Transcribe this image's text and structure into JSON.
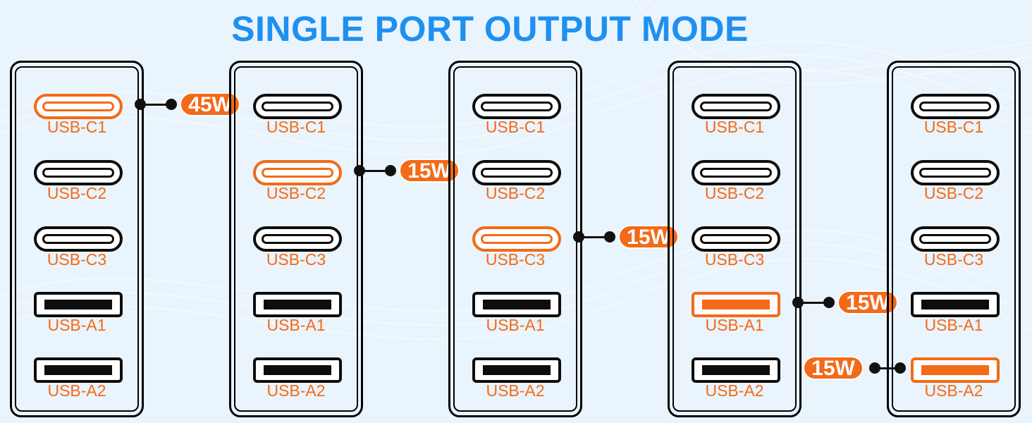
{
  "title": "SINGLE PORT OUTPUT MODE",
  "colors": {
    "title": "#1e90f0",
    "accent": "#f36a18",
    "outline": "#0d0d0d",
    "background": "#eaf4fd"
  },
  "port_labels": [
    "USB-C1",
    "USB-C2",
    "USB-C3",
    "USB-A1",
    "USB-A2"
  ],
  "port_types": [
    "c",
    "c",
    "c",
    "a",
    "a"
  ],
  "chargers": [
    {
      "active_port": 0,
      "power": "45W",
      "badge_side": "right"
    },
    {
      "active_port": 1,
      "power": "15W",
      "badge_side": "right"
    },
    {
      "active_port": 2,
      "power": "15W",
      "badge_side": "right"
    },
    {
      "active_port": 3,
      "power": "15W",
      "badge_side": "right"
    },
    {
      "active_port": 4,
      "power": "15W",
      "badge_side": "left"
    }
  ]
}
